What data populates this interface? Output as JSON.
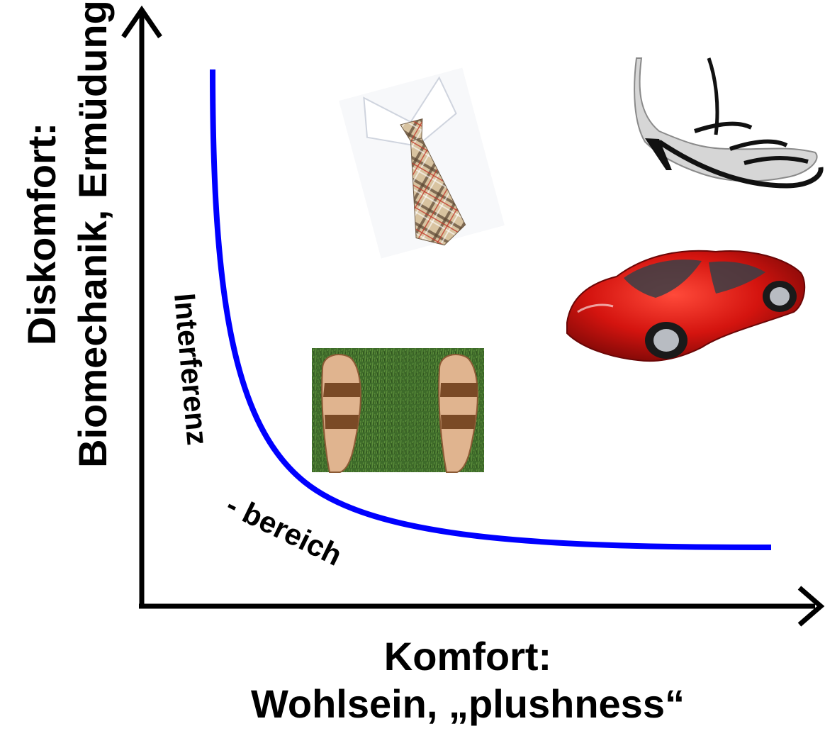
{
  "axes": {
    "y_title_line1": "Diskomfort:",
    "y_title_line2": "Biomechanik, Ermüdung",
    "x_title_line1": "Komfort:",
    "x_title_line2": "Wohlsein, „plushness“"
  },
  "curve": {
    "color": "#0000ff",
    "label_part1": "Interferenz",
    "label_part2": "- bereich"
  },
  "pictures": {
    "tie": "necktie-photo",
    "heel": "high-heel-sandal-photo",
    "car": "red-sports-car-photo",
    "sandals": "sandals-on-grass-photo"
  }
}
